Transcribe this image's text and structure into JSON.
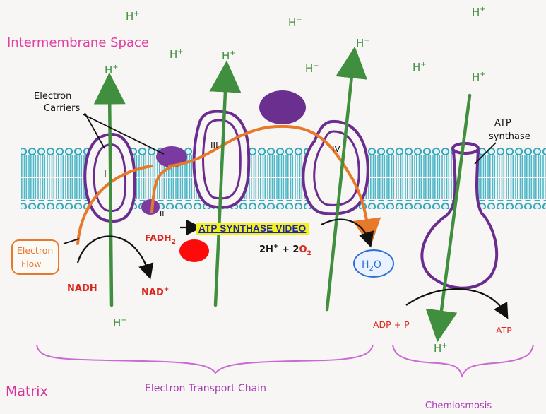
{
  "labels": {
    "intermembrane_space": "Intermembrane Space",
    "matrix": "Matrix",
    "electron_carriers": [
      "Electron",
      "Carriers"
    ],
    "electron_flow": [
      "Electron",
      "Flow"
    ],
    "atp_synthase": [
      "ATP",
      "synthase"
    ],
    "nadh": "NADH",
    "nad_plus": "NAD",
    "nad_plus_sup": "+",
    "fadh2": "FADH",
    "fadh2_sub": "2",
    "water": "H",
    "water_sub": "2",
    "water_tail": "O",
    "reaction_a": "2H",
    "reaction_a_sup": "+",
    "reaction_b": " + 2",
    "reaction_o": "O",
    "reaction_o_sub": "2",
    "adp_p": "ADP + P",
    "atp": "ATP",
    "etc": "Electron Transport Chain",
    "chemiosmosis": "Chemiosmosis",
    "complex_1": "I",
    "complex_2": "II",
    "complex_3": "III",
    "complex_4": "IV",
    "proton": "H",
    "proton_sup": "+"
  },
  "video_link": "ATP SYNTHASE VIDEO",
  "colors": {
    "pink": "#e23fa0",
    "matrix_pink": "#d6329a",
    "purple": "#6b2c8f",
    "green": "#3f8f3f",
    "orange": "#e8782a",
    "red": "#d8281e",
    "membrane": "#4fb8c8",
    "blue": "#2f6fd0",
    "bracket": "#c86ad2"
  }
}
